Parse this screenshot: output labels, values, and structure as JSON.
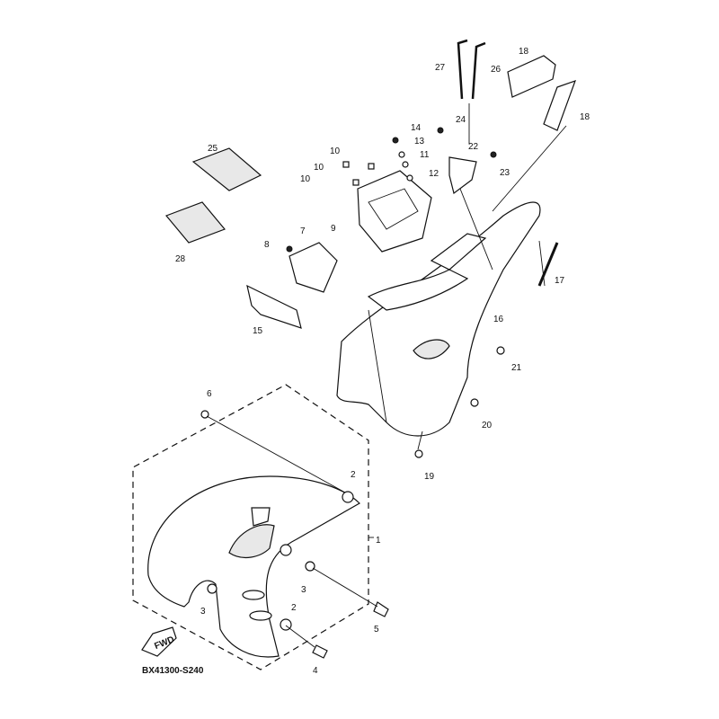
{
  "diagram": {
    "code": "BX41300-S240",
    "fwd_label": "FWD",
    "callouts": [
      "27",
      "26",
      "18",
      "18",
      "24",
      "14",
      "13",
      "11",
      "12",
      "22",
      "23",
      "10",
      "10",
      "10",
      "9",
      "25",
      "28",
      "8",
      "7",
      "15",
      "17",
      "16",
      "21",
      "20",
      "19",
      "6",
      "2",
      "1",
      "3",
      "3",
      "2",
      "5",
      "4"
    ]
  }
}
